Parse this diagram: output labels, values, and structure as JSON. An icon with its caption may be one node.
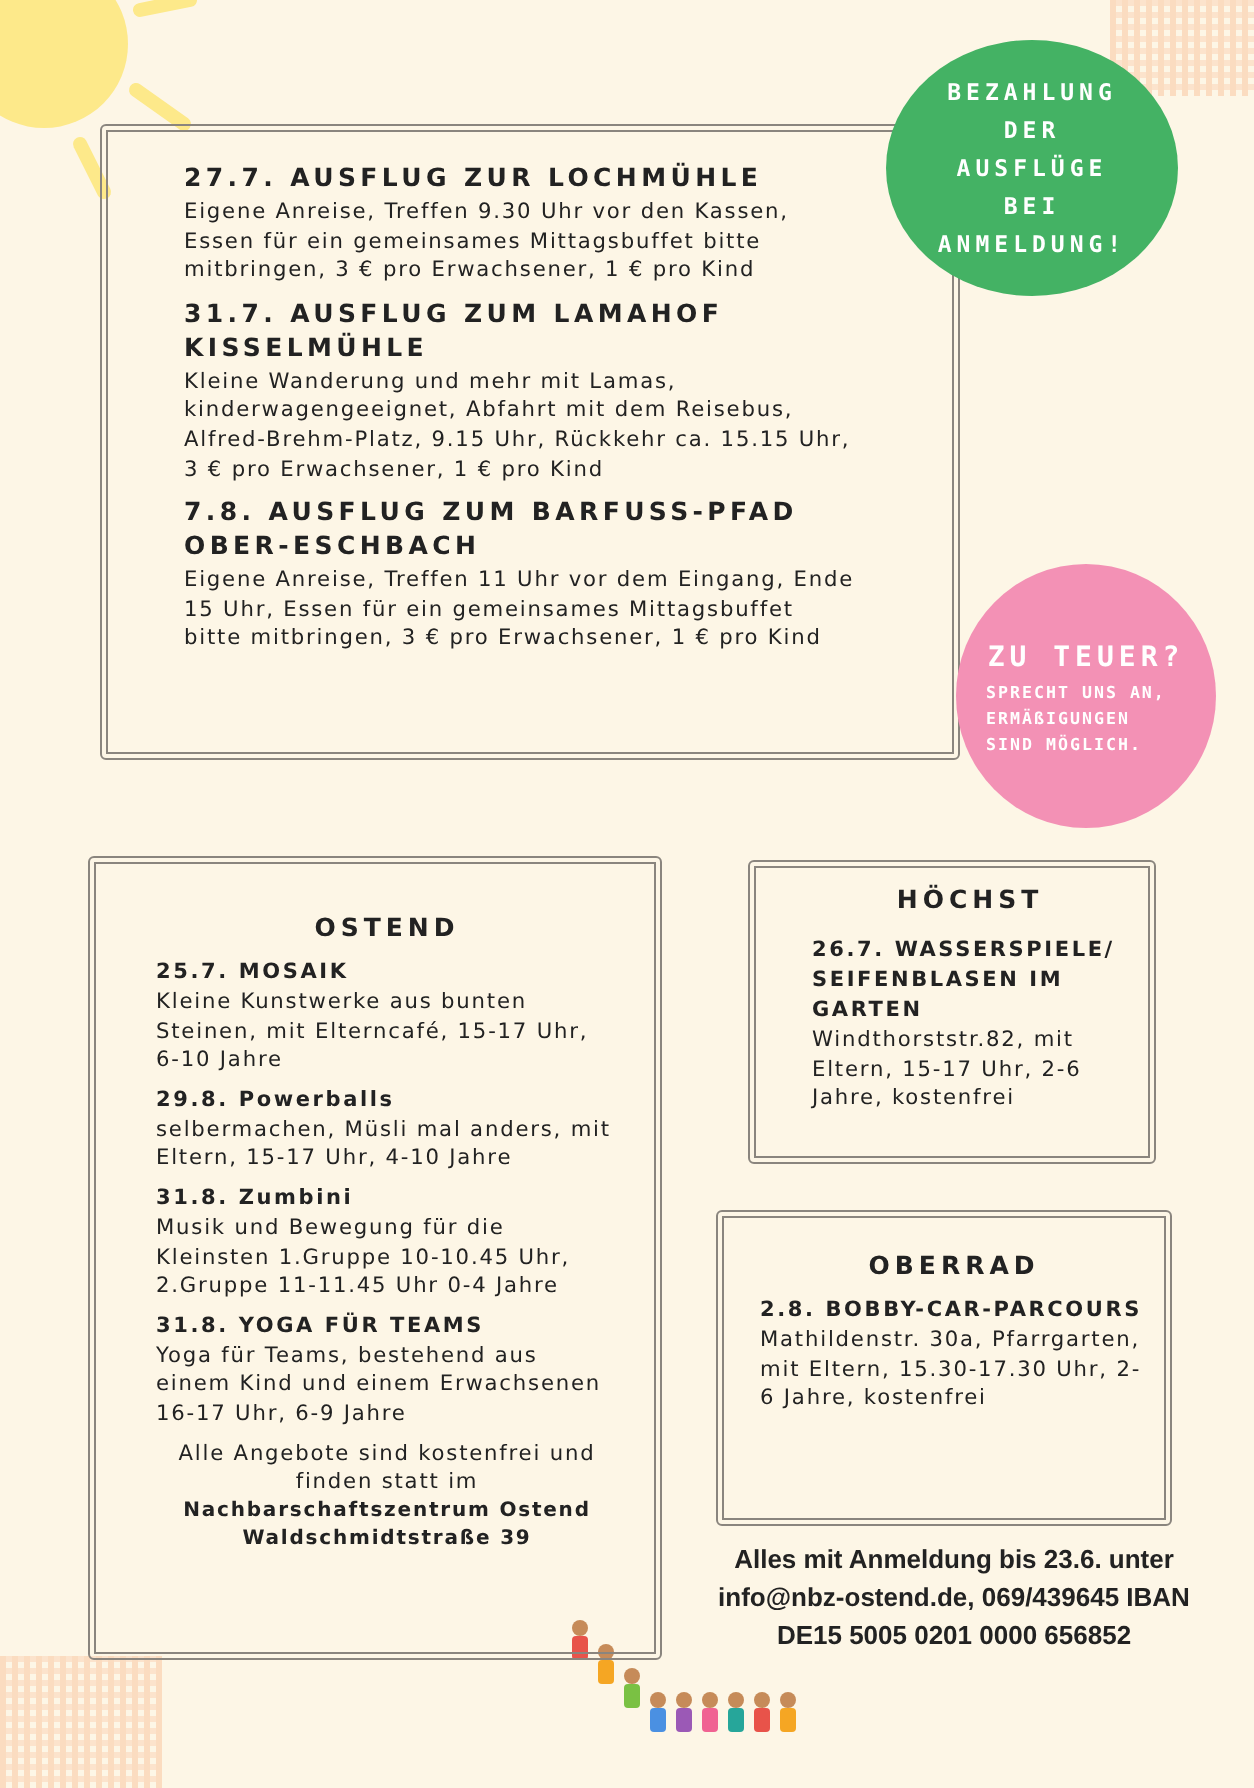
{
  "diagram": {
    "nodes": [
      {
        "text": [
          "27.7. AUSFLUG ZUR LOCHMÜHLE",
          "Eigene Anreise, Treffen 9.30 Uhr vor den Kassen, Essen für ein gemeinsames Mittagsbuffet bitte mitbringen, 3 € pro Erwachsener, 1 € pro Kind",
          "31.7. AUSFLUG ZUM LAMAHOF KISSELMÜHLE",
          "Kleine Wanderung und mehr mit Lamas, kinderwagengeeignet, Abfahrt mit dem Reisebus, Alfred-Brehm-Platz, 9.15 Uhr, Rückkehr ca. 15.15 Uhr, 3 € pro Erwachsener, 1 € pro Kind",
          "7.8. AUSFLUG ZUM BARFUSS-PFAD OBER-ESCHBACH",
          "Eigene Anreise, Treffen 11 Uhr vor dem Eingang, Ende 15 Uhr, Essen für ein gemeinsames Mittagsbuffet bitte mitbringen, 3 € pro Erwachsener, 1 € pro Kind"
        ]
      },
      {
        "text": [
          "BEZAHLUNG DER AUSFLÜGE BEI ANMELDUNG!"
        ]
      },
      {
        "text": [
          "ZU TEUER?",
          "SPRECHT UNS AN, ERMÄßIGUNGEN SIND MÖGLICH."
        ]
      },
      {
        "text": [
          "OSTEND",
          "25.7. MOSAIK",
          "Kleine Kunstwerke aus bunten Steinen, mit Elterncafé, 15-17 Uhr, 6-10 Jahre",
          "29.8. Powerballs",
          "selbermachen, Müsli mal anders, mit Eltern, 15-17 Uhr, 4-10 Jahre",
          "31.8. Zumbini",
          "Musik und Bewegung für die Kleinsten 1.Gruppe 10-10.45 Uhr, 2.Gruppe 11-11.45 Uhr 0-4 Jahre",
          "31.8. YOGA FÜR TEAMS",
          "Yoga für Teams, bestehend aus einem Kind und einem Erwachsenen 16-17 Uhr, 6-9 Jahre",
          "Alle Angebote sind kostenfrei und finden statt im",
          "Nachbarschaftszentrum Ostend Waldschmidtstraße 39"
        ]
      },
      {
        "text": [
          "HÖCHST",
          "26.7. WASSERSPIELE/ SEIFENBLASEN IM GARTEN",
          "Windthorststr.82, mit Eltern, 15-17 Uhr, 2-6 Jahre, kostenfrei"
        ]
      },
      {
        "text": [
          "OBERRAD",
          "2.8. BOBBY-CAR-PARCOURS",
          "Mathildenstr. 30a, Pfarrgarten, mit Eltern, 15.30-17.30 Uhr, 2-6 Jahre, kostenfrei"
        ]
      }
    ],
    "labels": [
      "Alles mit Anmeldung bis 23.6. unter info@nbz-ostend.de, 069/439645 IBAN DE15 5005 0201 0000 656852"
    ]
  }
}
